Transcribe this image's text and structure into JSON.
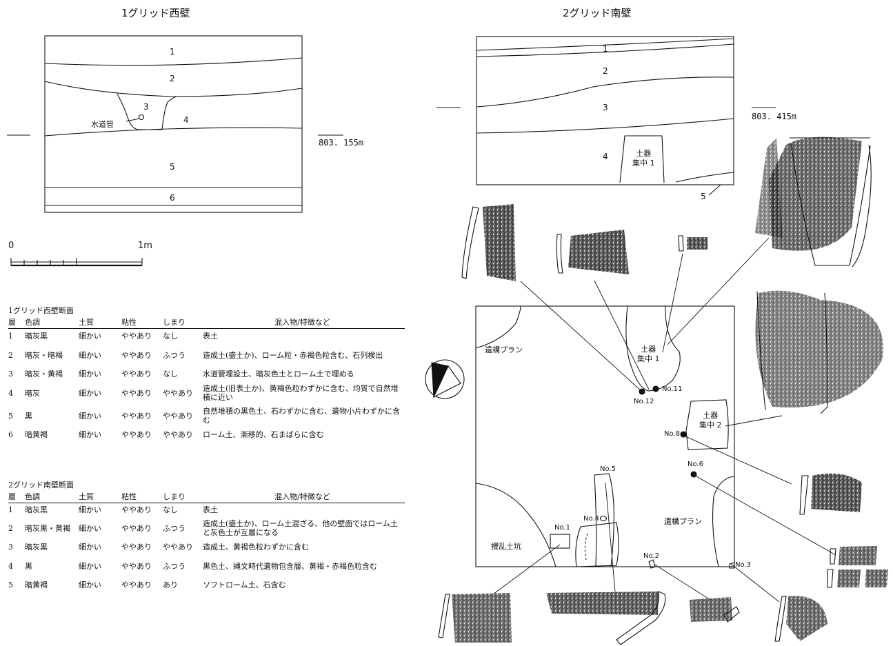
{
  "west": {
    "title": "1グリッド西壁",
    "layers": [
      "1",
      "2",
      "3",
      "4",
      "5",
      "6"
    ],
    "pipe_label": "水道管",
    "elevation": "803. 155m",
    "scale_zero": "0",
    "scale_end": "1m"
  },
  "south": {
    "title": "2グリッド南壁",
    "layers": [
      "1",
      "2",
      "3",
      "4",
      "5"
    ],
    "pottery_cluster1": "土器\n集中 1",
    "elevation": "803. 415m"
  },
  "plan": {
    "feature_plan_left": "遺構プラン",
    "feature_plan_right": "遺構プラン",
    "pottery_cluster1": "土器\n集中 1",
    "pottery_cluster2": "土器\n集中 2",
    "disturbed_pit": "攪乱土坑",
    "finds": [
      "No.1",
      "No.2",
      "No.3",
      "No.4",
      "No.5",
      "No.6",
      "No.8",
      "No.11",
      "No.12"
    ]
  },
  "tables": [
    {
      "caption": "1グリッド西壁断面",
      "headers": [
        "層",
        "色調",
        "土質",
        "粘性",
        "しまり",
        "混入物/特徴など"
      ],
      "rows": [
        [
          "1",
          "暗灰黒",
          "細かい",
          "ややあり",
          "なし",
          "表土"
        ],
        [
          "2",
          "暗灰・暗褐",
          "細かい",
          "ややあり",
          "ふつう",
          "造成土(盛土か)、ローム粒・赤褐色粒含む、石列検出"
        ],
        [
          "3",
          "暗灰・黄褐",
          "細かい",
          "ややあり",
          "なし",
          "水道管埋設土、暗灰色土とローム土で埋める"
        ],
        [
          "4",
          "暗灰",
          "細かい",
          "ややあり",
          "ややあり",
          "造成土(旧表土か)、黄褐色粒わずかに含む、均質で自然堆積に近い"
        ],
        [
          "5",
          "黒",
          "細かい",
          "ややあり",
          "ややあり",
          "自然堆積の黒色土、石わずかに含む、遺物小片わずかに含む"
        ],
        [
          "6",
          "暗黄褐",
          "細かい",
          "ややあり",
          "ややあり",
          "ローム土、漸移的、石まばらに含む"
        ]
      ]
    },
    {
      "caption": "2グリッド南壁断面",
      "headers": [
        "層",
        "色調",
        "土質",
        "粘性",
        "しまり",
        "混入物/特徴など"
      ],
      "rows": [
        [
          "1",
          "暗灰黒",
          "細かい",
          "ややあり",
          "なし",
          "表土"
        ],
        [
          "2",
          "暗灰黒・黄褐",
          "細かい",
          "ややあり",
          "ふつう",
          "造成土(盛土か)、ローム土混ざる、他の壁面ではローム土と灰色土が互層になる"
        ],
        [
          "3",
          "暗灰黒",
          "細かい",
          "ややあり",
          "ややあり",
          "造成土、黄褐色粒わずかに含む"
        ],
        [
          "4",
          "黒",
          "細かい",
          "ややあり",
          "ふつう",
          "黒色土、縄文時代遺物包含層、黄褐・赤褐色粒含む"
        ],
        [
          "5",
          "暗黄褐",
          "細かい",
          "ややあり",
          "あり",
          "ソフトローム土、石含む"
        ]
      ]
    }
  ]
}
